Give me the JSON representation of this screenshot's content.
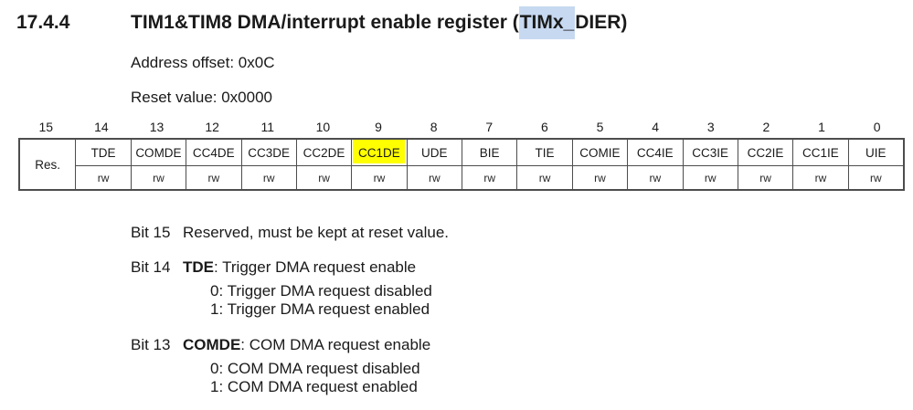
{
  "heading": {
    "section_number": "17.4.4",
    "title_prefix": "TIM1&TIM8 DMA/interrupt enable register (",
    "title_highlight": "TIMx_",
    "title_suffix": "DIER)"
  },
  "register_info": {
    "address_offset": "Address offset: 0x0C",
    "reset_value": "Reset value: 0x0000"
  },
  "register_table": {
    "bits": [
      {
        "bit": "15",
        "name": "Res.",
        "access": "",
        "reserved": true,
        "highlighted": false
      },
      {
        "bit": "14",
        "name": "TDE",
        "access": "rw",
        "reserved": false,
        "highlighted": false
      },
      {
        "bit": "13",
        "name": "COMDE",
        "access": "rw",
        "reserved": false,
        "highlighted": false
      },
      {
        "bit": "12",
        "name": "CC4DE",
        "access": "rw",
        "reserved": false,
        "highlighted": false
      },
      {
        "bit": "11",
        "name": "CC3DE",
        "access": "rw",
        "reserved": false,
        "highlighted": false
      },
      {
        "bit": "10",
        "name": "CC2DE",
        "access": "rw",
        "reserved": false,
        "highlighted": false
      },
      {
        "bit": "9",
        "name": "CC1DE",
        "access": "rw",
        "reserved": false,
        "highlighted": true
      },
      {
        "bit": "8",
        "name": "UDE",
        "access": "rw",
        "reserved": false,
        "highlighted": false
      },
      {
        "bit": "7",
        "name": "BIE",
        "access": "rw",
        "reserved": false,
        "highlighted": false
      },
      {
        "bit": "6",
        "name": "TIE",
        "access": "rw",
        "reserved": false,
        "highlighted": false
      },
      {
        "bit": "5",
        "name": "COMIE",
        "access": "rw",
        "reserved": false,
        "highlighted": false
      },
      {
        "bit": "4",
        "name": "CC4IE",
        "access": "rw",
        "reserved": false,
        "highlighted": false
      },
      {
        "bit": "3",
        "name": "CC3IE",
        "access": "rw",
        "reserved": false,
        "highlighted": false
      },
      {
        "bit": "2",
        "name": "CC2IE",
        "access": "rw",
        "reserved": false,
        "highlighted": false
      },
      {
        "bit": "1",
        "name": "CC1IE",
        "access": "rw",
        "reserved": false,
        "highlighted": false
      },
      {
        "bit": "0",
        "name": "UIE",
        "access": "rw",
        "reserved": false,
        "highlighted": false
      }
    ]
  },
  "bit_descriptions": [
    {
      "label": "Bit 15",
      "name": "",
      "text": "Reserved, must be kept at reset value.",
      "values": []
    },
    {
      "label": "Bit 14",
      "name": "TDE",
      "text": ": Trigger DMA request enable",
      "values": [
        "0: Trigger DMA request disabled",
        "1: Trigger DMA request enabled"
      ]
    },
    {
      "label": "Bit 13",
      "name": "COMDE",
      "text": ": COM DMA request enable",
      "values": [
        "0: COM DMA request disabled",
        "1: COM DMA request enabled"
      ]
    }
  ],
  "colors": {
    "selection_highlight": "#c7d9f1",
    "marker_highlight": "#ffff00",
    "table_border": "#4d4d4d"
  }
}
